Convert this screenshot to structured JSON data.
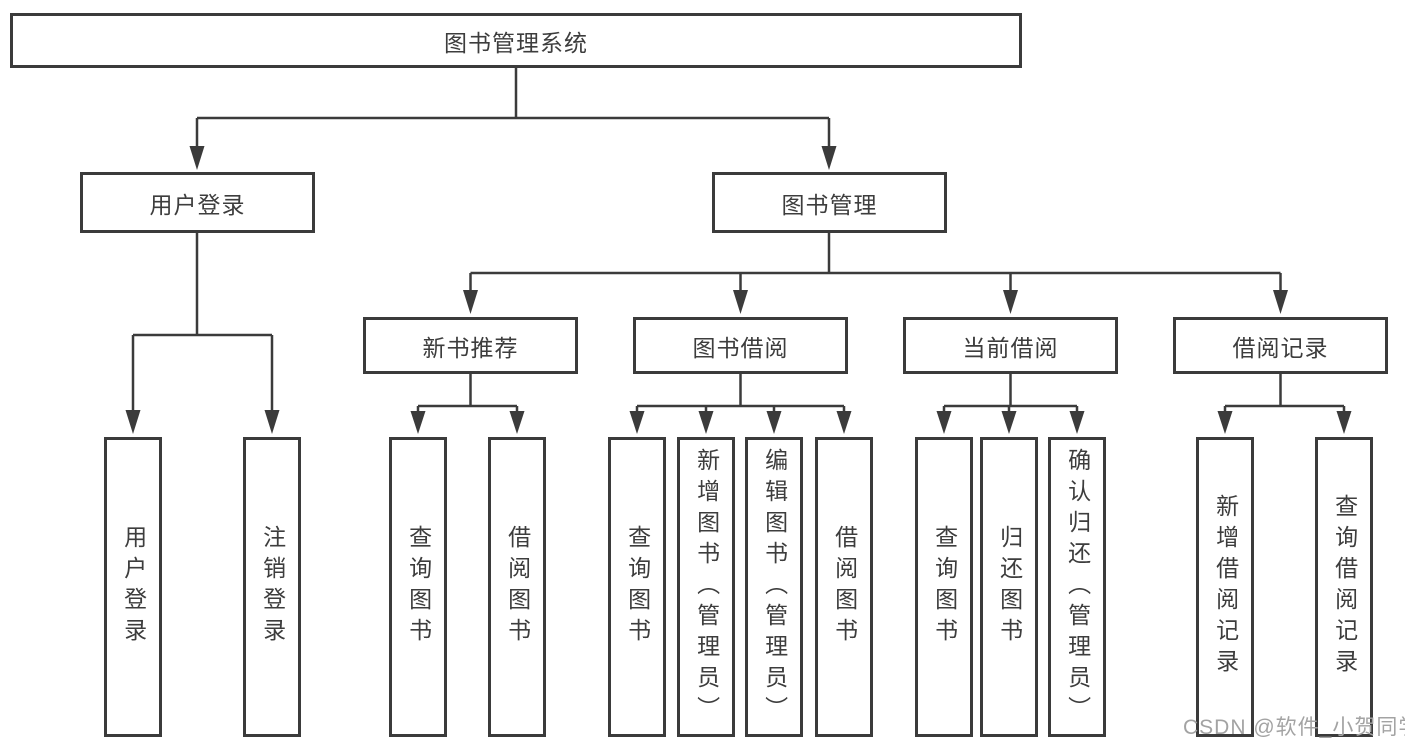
{
  "diagram": {
    "root": {
      "label": "图书管理系统"
    },
    "level2": [
      {
        "label": "用户登录"
      },
      {
        "label": "图书管理"
      }
    ],
    "level3": [
      {
        "label": "新书推荐"
      },
      {
        "label": "图书借阅"
      },
      {
        "label": "当前借阅"
      },
      {
        "label": "借阅记录"
      }
    ],
    "leaves": [
      {
        "label": "用户登录"
      },
      {
        "label": "注销登录"
      },
      {
        "label": "查询图书"
      },
      {
        "label": "借阅图书"
      },
      {
        "label": "查询图书"
      },
      {
        "label": "新增图书（管理员）"
      },
      {
        "label": "编辑图书（管理员）"
      },
      {
        "label": "借阅图书"
      },
      {
        "label": "查询图书"
      },
      {
        "label": "归还图书"
      },
      {
        "label": "确认归还（管理员）"
      },
      {
        "label": "新增借阅记录"
      },
      {
        "label": "查询借阅记录"
      }
    ],
    "watermark": {
      "text": "CSDN @软件_小贺同学"
    },
    "colors": {
      "line": "#3b3b3b",
      "box_border": "#3b3b3b",
      "text": "#3d3d3d",
      "watermark": "#a3a3a3",
      "background": "#ffffff"
    }
  }
}
